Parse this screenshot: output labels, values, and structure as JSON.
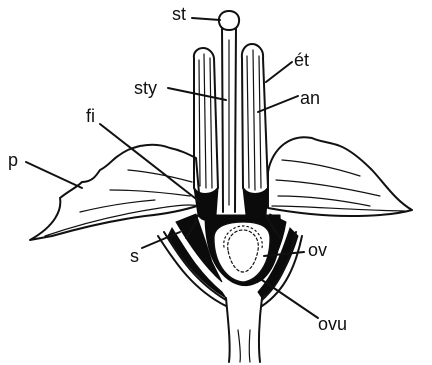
{
  "labels": {
    "stigma": "st",
    "etamine": "ét",
    "style": "sty",
    "anther": "an",
    "filament": "fi",
    "petal": "p",
    "sepal": "s",
    "ovary": "ov",
    "ovule": "ovu"
  },
  "colors": {
    "ink": "#111111",
    "background": "#ffffff"
  }
}
